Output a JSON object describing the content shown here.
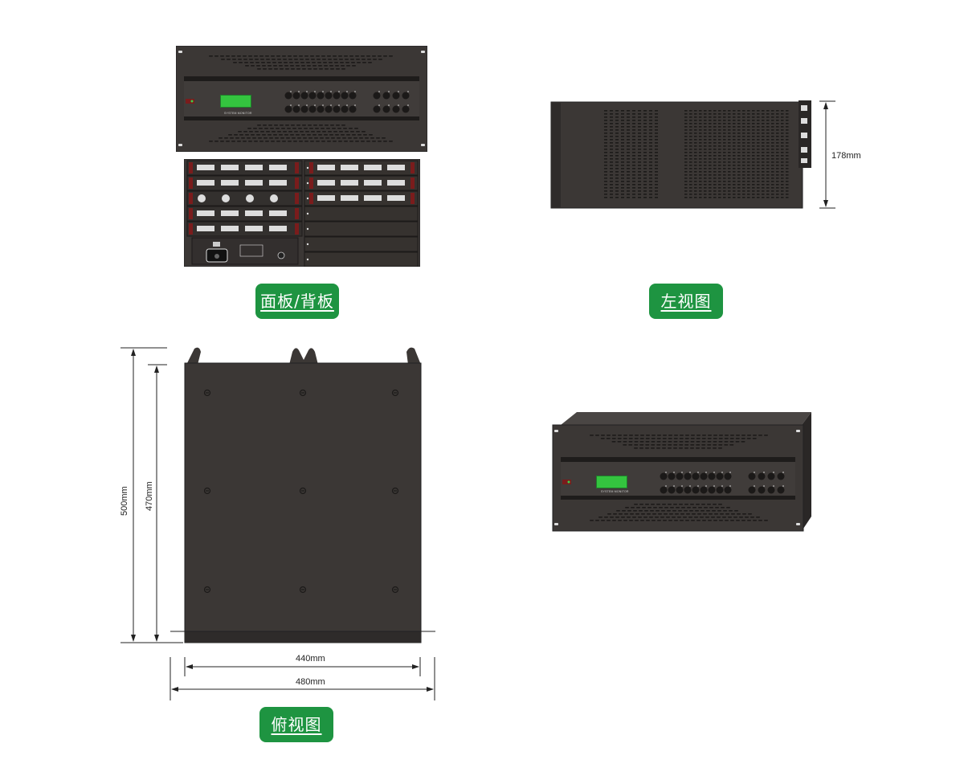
{
  "views": {
    "front_back": {
      "label": "面板/背板",
      "front_caption": "SYSTEM MONITOR"
    },
    "left": {
      "label": "左视图",
      "height_dim": "178mm"
    },
    "top": {
      "label": "俯视图",
      "depth_outer": "500mm",
      "depth_inner": "470mm",
      "width_inner": "440mm",
      "width_outer": "480mm"
    },
    "perspective": {
      "caption": "SYSTEM MONITOR"
    }
  },
  "colors": {
    "chassis": "#3a3634",
    "chassis_dark": "#2a2726",
    "accent_green": "#1e9441",
    "lcd_green": "#34c43f"
  }
}
